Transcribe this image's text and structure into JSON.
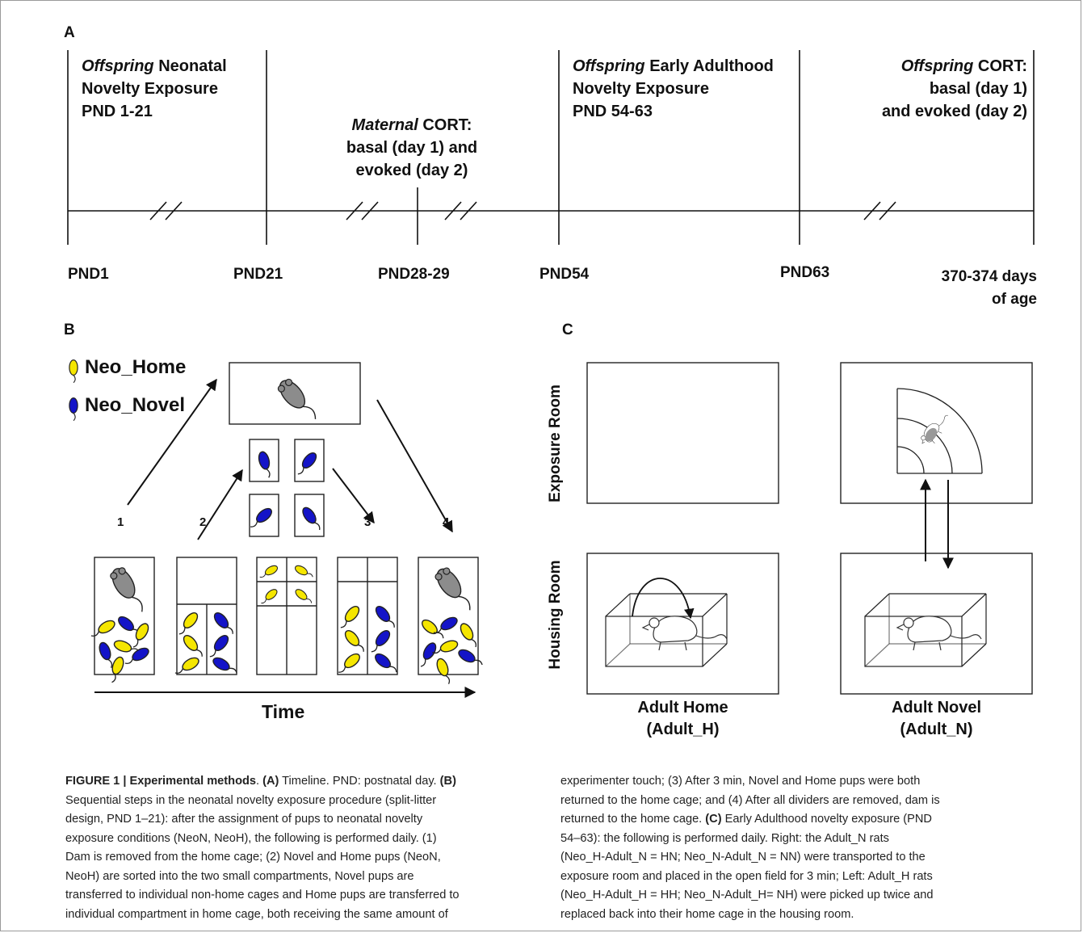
{
  "panel_a": {
    "label": "A",
    "headers": [
      {
        "ital": "Offspring",
        "lines": [
          " Neonatal",
          "Novelty Exposure",
          "PND 1-21"
        ]
      },
      {
        "ital": "Maternal",
        "lines": [
          " CORT:",
          "basal (day 1) and",
          "evoked (day 2)"
        ]
      },
      {
        "ital": "Offspring",
        "lines": [
          " Early Adulthood",
          "Novelty Exposure",
          "PND 54-63"
        ]
      },
      {
        "ital": "Offspring",
        "lines": [
          " CORT:",
          "basal (day 1)",
          "and evoked (day 2)"
        ]
      }
    ],
    "ticks": [
      "PND1",
      "PND21",
      "PND28-29",
      "PND54",
      "PND63",
      "370-374 days",
      "of age"
    ]
  },
  "panel_b": {
    "label": "B",
    "legend": [
      "Neo_Home",
      "Neo_Novel"
    ],
    "steps": [
      "1",
      "2",
      "3",
      "4"
    ],
    "time_label": "Time",
    "colors": {
      "home_pup": "#f5e600",
      "novel_pup": "#1414c8",
      "dam": "#8c8c8c"
    }
  },
  "panel_c": {
    "label": "C",
    "row_labels": [
      "Exposure Room",
      "Housing Room"
    ],
    "col_labels": [
      [
        "Adult Home",
        "(Adult_H)"
      ],
      [
        "Adult Novel",
        "(Adult_N)"
      ]
    ]
  },
  "caption": {
    "fig": "FIGURE 1 | Experimental methods",
    "l1_rest": ". ",
    "a": "(A)",
    "a_text": " Timeline. PND: postnatal day. ",
    "b": "(B)",
    "left": [
      "Sequential steps in the neonatal novelty exposure procedure (split-litter",
      "design, PND 1–21): after the assignment of pups to neonatal novelty",
      "exposure conditions (NeoN, NeoH), the following is performed daily. (1)",
      "Dam is removed from the home cage; (2) Novel and Home pups (NeoN,",
      "NeoH) are sorted into the two small compartments, Novel pups are",
      "transferred to individual non-home cages and Home pups are transferred to",
      "individual compartment in home cage, both receiving the same amount of"
    ],
    "right": [
      "experimenter touch; (3) After 3 min, Novel and Home pups were both",
      "returned to the home cage; and (4) After all dividers are removed, dam is",
      "returned to the home cage. ",
      "(C)",
      " Early Adulthood novelty exposure (PND",
      "54–63): the following is performed daily. Right: the Adult_N rats",
      "(Neo_H-Adult_N = HN; Neo_N-Adult_N = NN) were transported to the",
      "exposure room and placed in the open field for 3 min; Left: Adult_H rats",
      "(Neo_H-Adult_H = HH; Neo_N-Adult_H= NH) were picked up twice and",
      "replaced back into their home cage in the housing room."
    ]
  }
}
